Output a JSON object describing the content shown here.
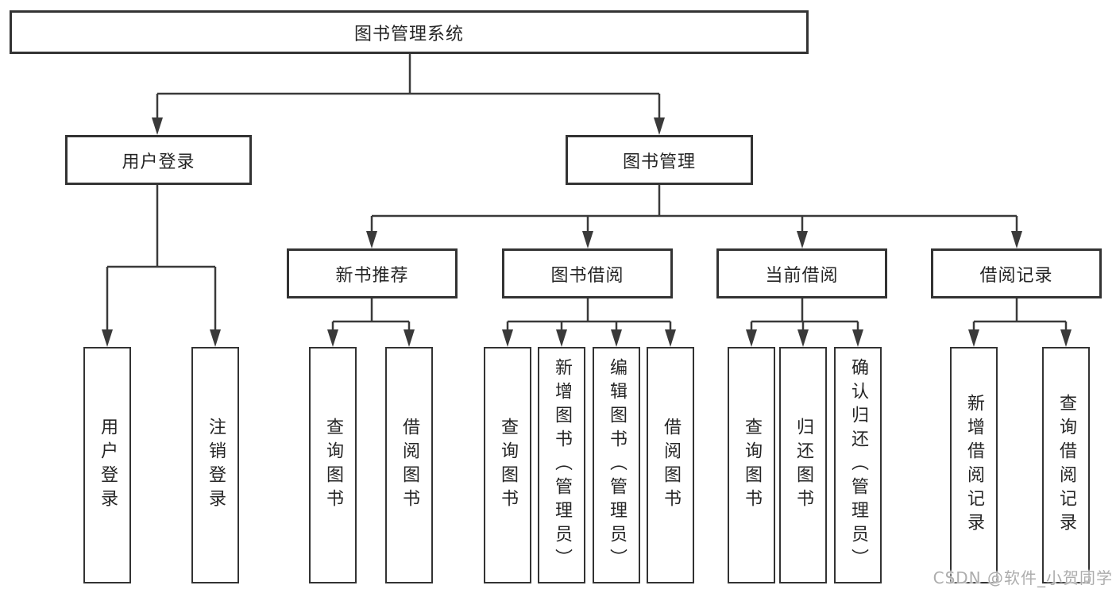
{
  "root": {
    "label": "图书管理系统"
  },
  "user": {
    "label": "用户登录",
    "children": [
      {
        "label": "用户登录"
      },
      {
        "label": "注销登录"
      }
    ]
  },
  "mgmt": {
    "label": "图书管理",
    "groups": [
      {
        "label": "新书推荐",
        "children": [
          {
            "label": "查询图书"
          },
          {
            "label": "借阅图书"
          }
        ]
      },
      {
        "label": "图书借阅",
        "children": [
          {
            "label": "查询图书"
          },
          {
            "label": "新增图书（管理员）"
          },
          {
            "label": "编辑图书（管理员）"
          },
          {
            "label": "借阅图书"
          }
        ]
      },
      {
        "label": "当前借阅",
        "children": [
          {
            "label": "查询图书"
          },
          {
            "label": "归还图书"
          },
          {
            "label": "确认归还（管理员）"
          }
        ]
      },
      {
        "label": "借阅记录",
        "children": [
          {
            "label": "新增借阅记录"
          },
          {
            "label": "查询借阅记录"
          }
        ]
      }
    ]
  },
  "watermark": {
    "text": "CSDN @软件_小贺同学"
  },
  "colors": {
    "line": "#3a3a3a",
    "border": "#333333",
    "text": "#252525",
    "watermark": "#adadad",
    "background": "#ffffff"
  }
}
